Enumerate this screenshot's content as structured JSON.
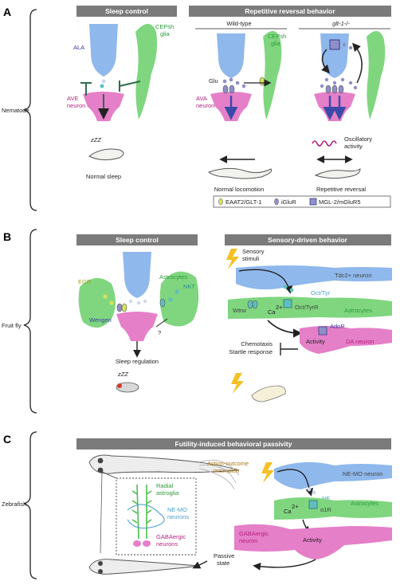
{
  "panels": {
    "a": {
      "letter": "A",
      "organism": "Nematode",
      "sleep_header": "Sleep control",
      "reversal_header": "Repetitive reversal behavior",
      "wildtype": "Wild-type",
      "mutant": "glt-1-/-",
      "ala": "ALA",
      "ave1": "AVE",
      "ave2": "neuron",
      "cepsh1": "CEPsh",
      "cepsh2": "glia",
      "cepsh3": "CEPsh",
      "cepsh4": "glia",
      "glu": "Glu",
      "ava1": "AVA",
      "ava2": "neuron",
      "osc1": "Oscillatory",
      "osc2": "activity",
      "zzz": "zZZ",
      "normal_sleep": "Normal sleep",
      "normal_locomotion": "Normal locomotion",
      "repetitive_reversal": "Repetitive reversal",
      "legend": {
        "eaat": "EAAT2/GLT-1",
        "iglur": "iGluR",
        "mgl": "MGL-2/mGluR5"
      }
    },
    "b": {
      "letter": "B",
      "organism": "Fruit fly",
      "sleep_header": "Sleep control",
      "sensory_header": "Sensory-driven behavior",
      "egr": "EGR",
      "astrocytes": "Astrocytes",
      "nkt": "NKT",
      "wengen": "Wengen",
      "question": "?",
      "sleep_regulation": "Sleep regulation",
      "zzz": "zZZ",
      "sensory1": "Sensory",
      "sensory2": "stimuli",
      "tdc2": "Tdc2+ neuron",
      "octtyr": "Oct/Tyr",
      "wtrw": "Wtrw",
      "ca": "Ca",
      "ca_sup": "2+",
      "octtyrr": "Oct/TyrR",
      "astrocytes2": "Astrocytes",
      "ador": "AdoR",
      "activity": "Activity",
      "da_neuron": "DA neuron",
      "chemotaxis": "Chemotaxis",
      "startle": "Startle response"
    },
    "c": {
      "letter": "C",
      "organism": "Zebrafish",
      "header": "Futility-induced behavioral passivity",
      "action1": "Action-outcome",
      "action2": "mismatch",
      "radial1": "Radial",
      "radial2": "astroglia",
      "nemo1": "NE-MO",
      "nemo2": "neurons",
      "gaba1": "GABAergic",
      "gaba2": "neurons",
      "nemo_neuron": "NE-MO neuron",
      "ne": "NE",
      "astrocytes": "Astrocytes",
      "ca": "Ca",
      "ca_sup": "2+",
      "a1r": "α1R",
      "activity": "Activity",
      "gaba_neuron1": "GABAergic",
      "gaba_neuron2": "neuron",
      "passive1": "Passive",
      "passive2": "state"
    }
  }
}
